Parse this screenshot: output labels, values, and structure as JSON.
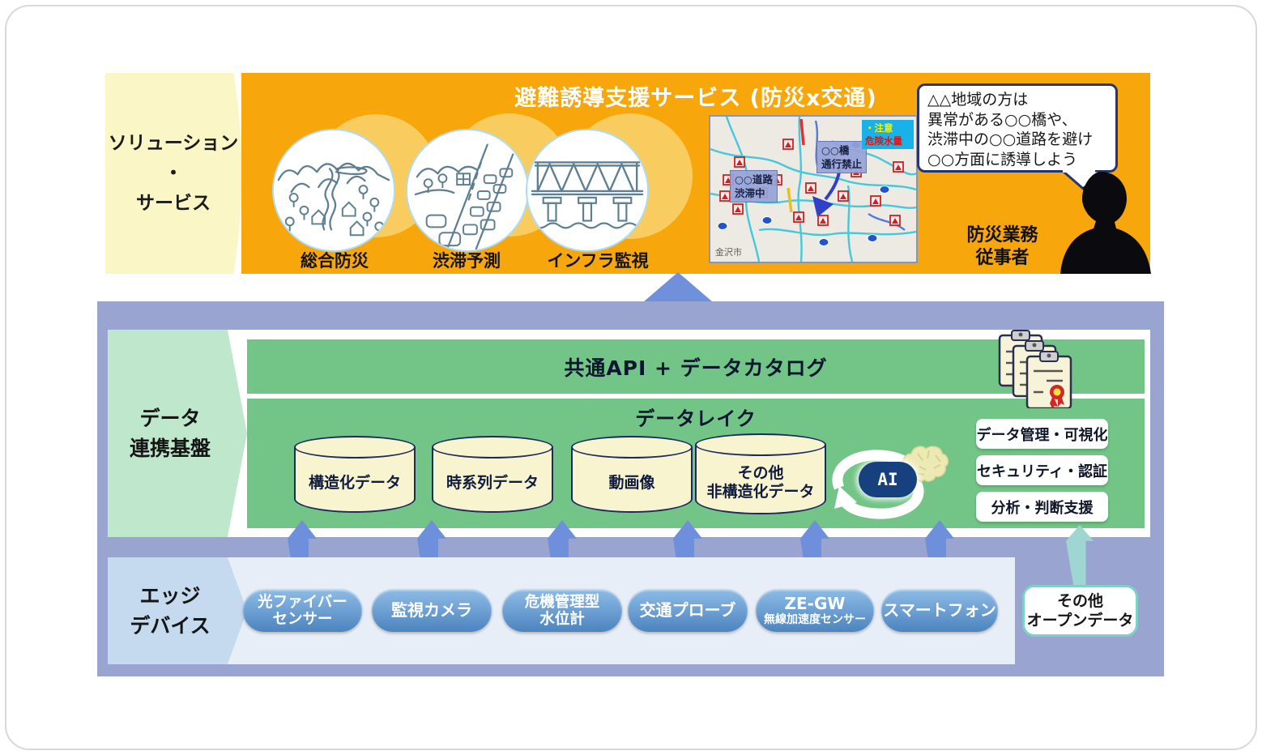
{
  "solution": {
    "label": {
      "line1": "ソリューション",
      "line2": "・",
      "line3": "サービス"
    },
    "title": "避難誘導支援サービス (防災x交通)",
    "services": [
      {
        "label": "総合防災"
      },
      {
        "label": "渋滞予測"
      },
      {
        "label": "インフラ監視"
      }
    ],
    "map": {
      "bridge_callout": {
        "line1": "○○橋",
        "line2": "通行禁止"
      },
      "road_callout": {
        "line1": "○○道路",
        "line2": "渋滞中"
      },
      "alert": {
        "line1": "・注意",
        "line2": "危険水量"
      },
      "city": "金沢市"
    },
    "speech": {
      "line1": "△△地域の方は",
      "line2": "異常がある○○橋や、",
      "line3": "渋滞中の○○道路を避け",
      "line4": "○○方面に誘導しよう"
    },
    "operator": {
      "line1": "防災業務",
      "line2": "従事者"
    }
  },
  "platform": {
    "label": {
      "line1": "データ",
      "line2": "連携基盤"
    },
    "api_bar": "共通API + データカタログ",
    "datalake": "データレイク",
    "cylinders": [
      {
        "line1": "構造化データ"
      },
      {
        "line1": "時系列データ"
      },
      {
        "line1": "動画像"
      },
      {
        "line1": "その他",
        "line2": "非構造化データ"
      }
    ],
    "ai": "AI",
    "capabilities": [
      {
        "label": "データ管理・可視化"
      },
      {
        "label": "セキュリティ・認証"
      },
      {
        "label": "分析・判断支援"
      }
    ]
  },
  "edge": {
    "label": {
      "line1": "エッジ",
      "line2": "デバイス"
    },
    "devices": [
      {
        "line1": "光ファイバー",
        "line2": "センサー"
      },
      {
        "line1": "監視カメラ"
      },
      {
        "line1": "危機管理型",
        "line2": "水位計"
      },
      {
        "line1": "交通プローブ"
      },
      {
        "line1": "ZE-GW",
        "line2": "無線加速度センサー"
      },
      {
        "line1": "スマートフォン"
      }
    ],
    "open_data": {
      "line1": "その他",
      "line2": "オープンデータ"
    }
  },
  "colors": {
    "orange": "#F7A70B",
    "glow": "#F9CC5F",
    "cream_label": "#FAF6C5",
    "periwinkle": "#9AA4D1",
    "green": "#72C487",
    "mint_label": "#BFE7CB",
    "cylinder_fill": "#F8F4CF",
    "device_blue_top": "#8FBCE6",
    "device_blue_bottom": "#4C84BF",
    "edge_label": "#C5D9EF",
    "edge_panel": "#E8EEF7",
    "arrow_blue": "#6E8FDB",
    "arrow_teal": "#9FD6D2",
    "ai_navy": "#17407E",
    "open_data_border": "#7ED0C8",
    "alert_warn_text": "#F8F400",
    "alert_danger_text": "#D81818"
  }
}
